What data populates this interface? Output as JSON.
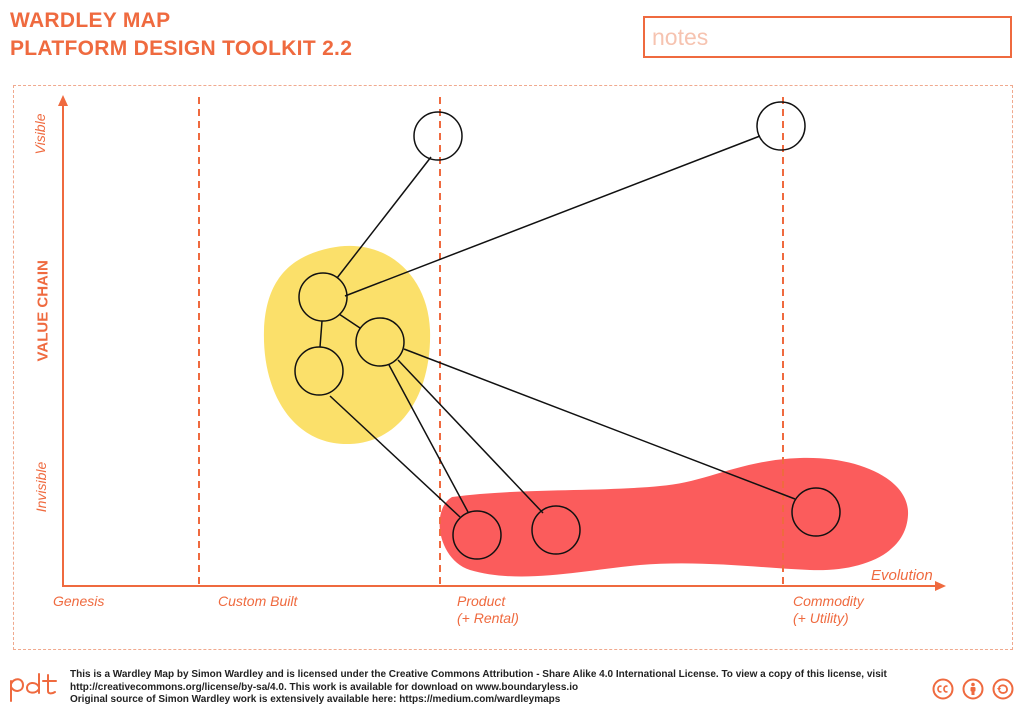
{
  "header": {
    "title_line1": "WARDLEY MAP",
    "title_line2": "PLATFORM DESIGN TOOLKIT 2.2",
    "notes_placeholder": "notes"
  },
  "axes": {
    "y_top": "Visible",
    "y_middle": "VALUE CHAIN",
    "y_bottom": "Invisible",
    "x_end": "Evolution",
    "stages": [
      {
        "line1": "Genesis",
        "line2": ""
      },
      {
        "line1": "Custom Built",
        "line2": ""
      },
      {
        "line1": "Product",
        "line2": "(+ Rental)"
      },
      {
        "line1": "Commodity",
        "line2": "(+ Utility)"
      }
    ]
  },
  "footer": {
    "line1": "This is a Wardley Map by Simon Wardley and is licensed under the Creative Commons Attribution - Share Alike 4.0 International License. To view a copy of this license, visit",
    "line2": "http://creativecommons.org/license/by-sa/4.0. This work is available for download on www.boundaryless.io",
    "line3": "Original source of Simon Wardley work is extensively available here: https://medium.com/wardleymaps",
    "logo_icon": "pdt-logo-icon",
    "license_icons": [
      "cc-icon",
      "by-icon",
      "sa-icon"
    ]
  },
  "colors": {
    "accent": "#ef6a3f",
    "yellow_blob": "#fbe06a",
    "red_blob": "#fb5c5c",
    "node_stroke": "#111111"
  }
}
